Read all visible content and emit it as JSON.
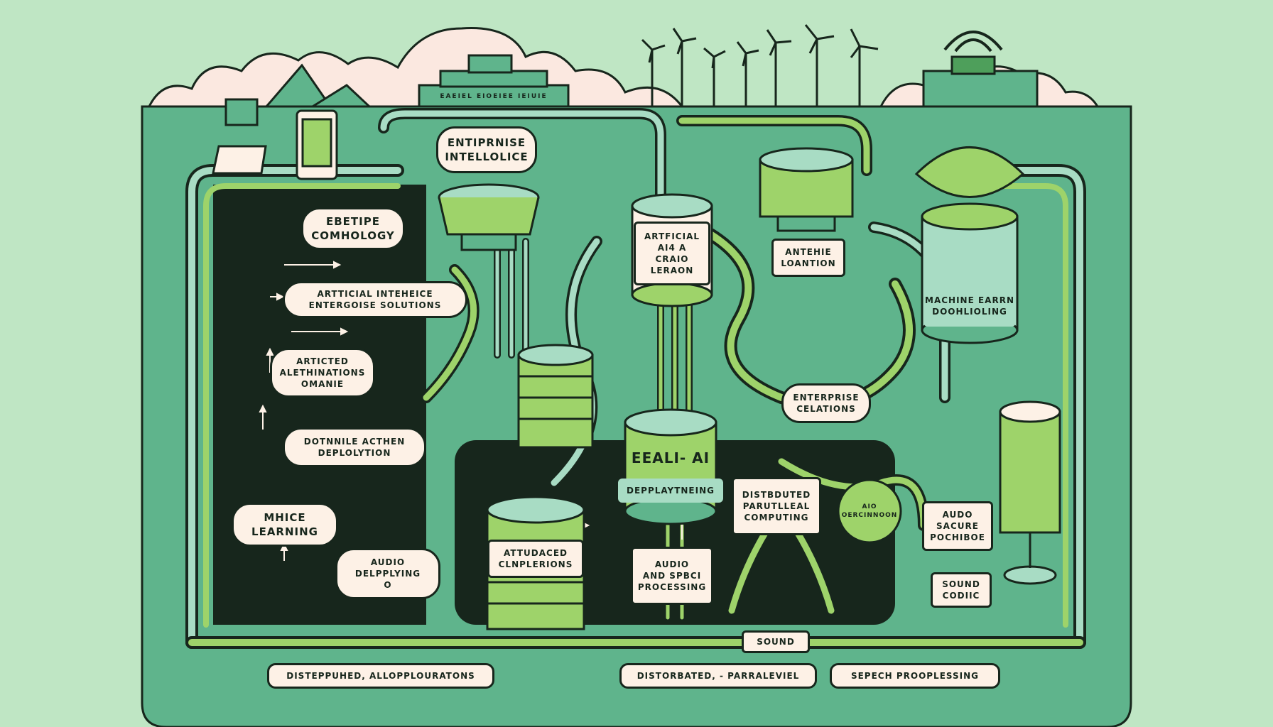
{
  "labels": {
    "enterprise_intelligence": [
      "ENTIPRNISE",
      "INTELLOLICE"
    ],
    "enterprise_technology": [
      "EBETIPE",
      "COMHOLOGY"
    ],
    "ai_enterprise_solutions": [
      "ARTTICIAL INTEHEICE",
      "ENTERGOISE SOLUTIONS"
    ],
    "artificial_alternatives": [
      "ARTICTED",
      "ALETHINATIONS",
      "OMANIE"
    ],
    "deployment": [
      "DOTNNILE ACTHEN",
      "DEPLOLYTION"
    ],
    "machine_learning_left": [
      "MHICE",
      "LEARNING"
    ],
    "audio_deploying": [
      "AUDIO",
      "DELPPLYING",
      "O"
    ],
    "artificial_ai_learning": [
      "ARTFICIAL",
      "AI4 A",
      "CRAIO",
      "LERAON"
    ],
    "enterprise_location": [
      "ANTEHIE",
      "LOANTION"
    ],
    "machine_learning_right": [
      "MACHINE EARRN",
      "DOOHLIOLING"
    ],
    "enterprise_relations": [
      "ENTERPRISE",
      "CELATIONS"
    ],
    "edge_ai": [
      "EEALI- AI"
    ],
    "edge_ai_deploying": [
      "DEPPLAYTNEING"
    ],
    "distributed_parallel_computing": [
      "DISTBDUTED",
      "PARUTLLEAL",
      "COMPUTING"
    ],
    "ai_bubble": [
      "AIO",
      "OERCINNOON"
    ],
    "audio_secure": [
      "AUDO",
      "SACURE",
      "POCHIBOE"
    ],
    "activated_completions": [
      "ATTUDACED",
      "CLNPLERIONS"
    ],
    "audio_speech": [
      "AUDIO",
      "AND SPBCI",
      "PROCESSING"
    ],
    "sound_coding": [
      "SOUND",
      "CODIIC"
    ],
    "sound": [
      "SOUND"
    ],
    "bottom_left": [
      "DISTEPPUHED, ALLOPPLOURATONS"
    ],
    "bottom_mid": [
      "DISTORBATED, - PARRALEVIEL"
    ],
    "bottom_right": [
      "SEPECH PROOPLESSING"
    ],
    "building_sign": [
      "EAEIEL  EIOEIEE  IEIUIE"
    ]
  },
  "colors": {
    "background": "#bfe6c4",
    "panel": "#5fb48c",
    "dark": "#17261c",
    "cream": "#fdf1e6",
    "lime": "#9ed36a",
    "mint": "#a8dcc4",
    "green": "#4e9f5b"
  }
}
